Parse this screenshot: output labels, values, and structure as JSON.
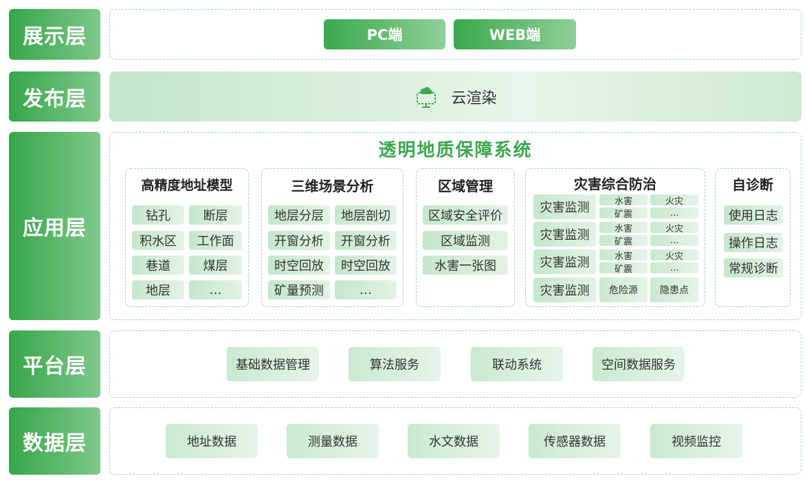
{
  "layers": {
    "display": "展示层",
    "publish": "发布层",
    "application": "应用层",
    "platform": "平台层",
    "data": "数据层"
  },
  "display_layer": {
    "buttons": [
      "PC端",
      "WEB端"
    ]
  },
  "publish_layer": {
    "label": "云渲染",
    "icon": "cloud-render-icon"
  },
  "application_layer": {
    "title": "透明地质保障系统",
    "modules": {
      "geo_model": {
        "title": "高精度地址模型",
        "items": [
          "钻孔",
          "断层",
          "积水区",
          "工作面",
          "巷道",
          "煤层",
          "地层",
          "…"
        ]
      },
      "scene": {
        "title": "三维场景分析",
        "items": [
          "地层分层",
          "地层剖切",
          "开窗分析",
          "开窗分析",
          "时空回放",
          "时空回放",
          "矿量预测",
          "…"
        ]
      },
      "region": {
        "title": "区域管理",
        "items": [
          "区域安全评价",
          "区域监测",
          "水害一张图"
        ]
      },
      "disaster": {
        "title": "灾害综合防治",
        "rows": [
          {
            "main": "灾害监测",
            "a": "水害",
            "b": "火灾",
            "c": "矿震",
            "d": "…"
          },
          {
            "main": "灾害监测",
            "a": "水害",
            "b": "火灾",
            "c": "矿震",
            "d": "…"
          },
          {
            "main": "灾害监测",
            "a": "水害",
            "b": "火灾",
            "c": "矿震",
            "d": "…"
          },
          {
            "main": "灾害监测",
            "e": "危险源",
            "f": "隐患点"
          }
        ]
      },
      "diagnosis": {
        "title": "自诊断",
        "items": [
          "使用日志",
          "操作日志",
          "常规诊断"
        ]
      }
    }
  },
  "platform_layer": {
    "items": [
      "基础数据管理",
      "算法服务",
      "联动系统",
      "空间数据服务"
    ]
  },
  "data_layer": {
    "items": [
      "地址数据",
      "测量数据",
      "水文数据",
      "传感器数据",
      "视频监控"
    ]
  }
}
